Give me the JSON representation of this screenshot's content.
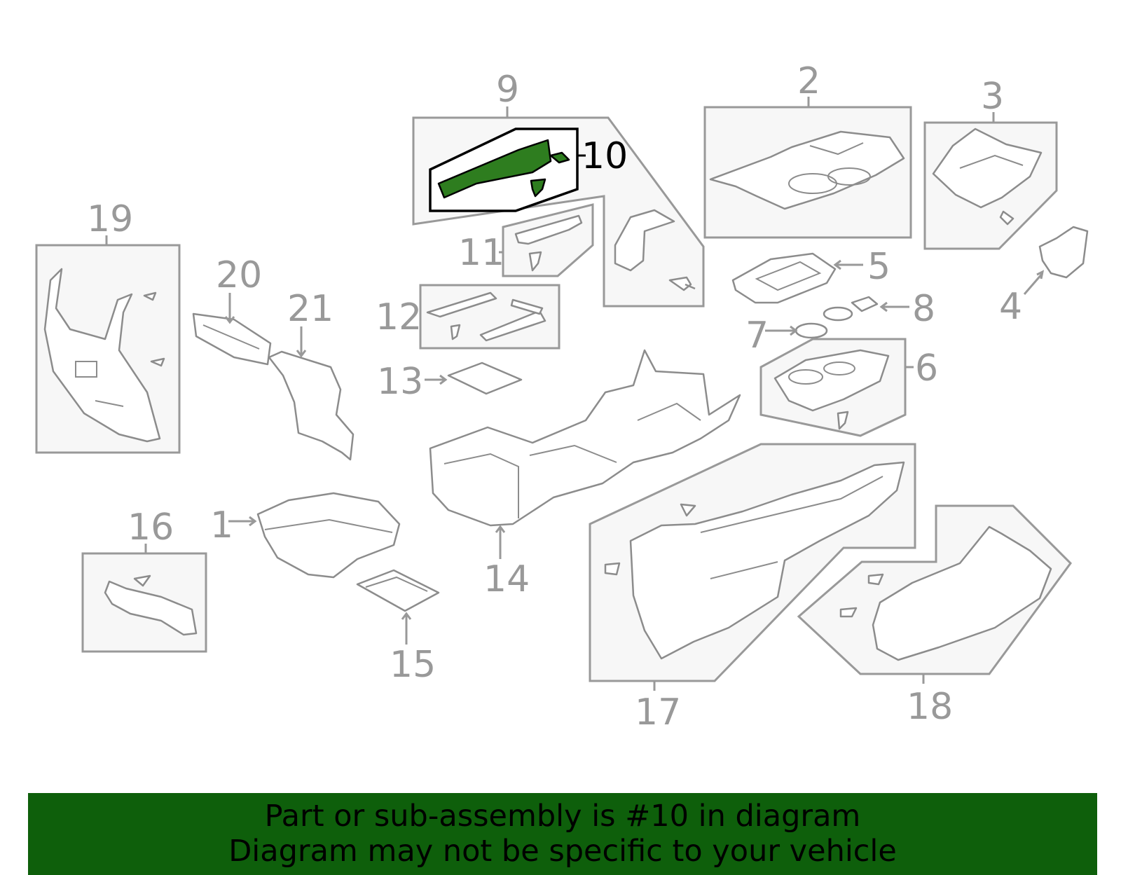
{
  "diagram": {
    "callouts": [
      {
        "id": "1",
        "label": "1"
      },
      {
        "id": "2",
        "label": "2"
      },
      {
        "id": "3",
        "label": "3"
      },
      {
        "id": "4",
        "label": "4"
      },
      {
        "id": "5",
        "label": "5"
      },
      {
        "id": "6",
        "label": "6"
      },
      {
        "id": "7",
        "label": "7"
      },
      {
        "id": "8",
        "label": "8"
      },
      {
        "id": "9",
        "label": "9"
      },
      {
        "id": "10",
        "label": "10",
        "highlighted": true
      },
      {
        "id": "11",
        "label": "11"
      },
      {
        "id": "12",
        "label": "12"
      },
      {
        "id": "13",
        "label": "13"
      },
      {
        "id": "14",
        "label": "14"
      },
      {
        "id": "15",
        "label": "15"
      },
      {
        "id": "16",
        "label": "16"
      },
      {
        "id": "17",
        "label": "17"
      },
      {
        "id": "18",
        "label": "18"
      },
      {
        "id": "19",
        "label": "19"
      },
      {
        "id": "20",
        "label": "20"
      },
      {
        "id": "21",
        "label": "21"
      }
    ],
    "highlight_color": "#2e7d1f",
    "line_color": "#999999"
  },
  "banner": {
    "line1": "Part or sub-assembly is #10 in diagram",
    "line2": "Diagram may not be specific to your vehicle",
    "background": "#0e5f0b"
  }
}
